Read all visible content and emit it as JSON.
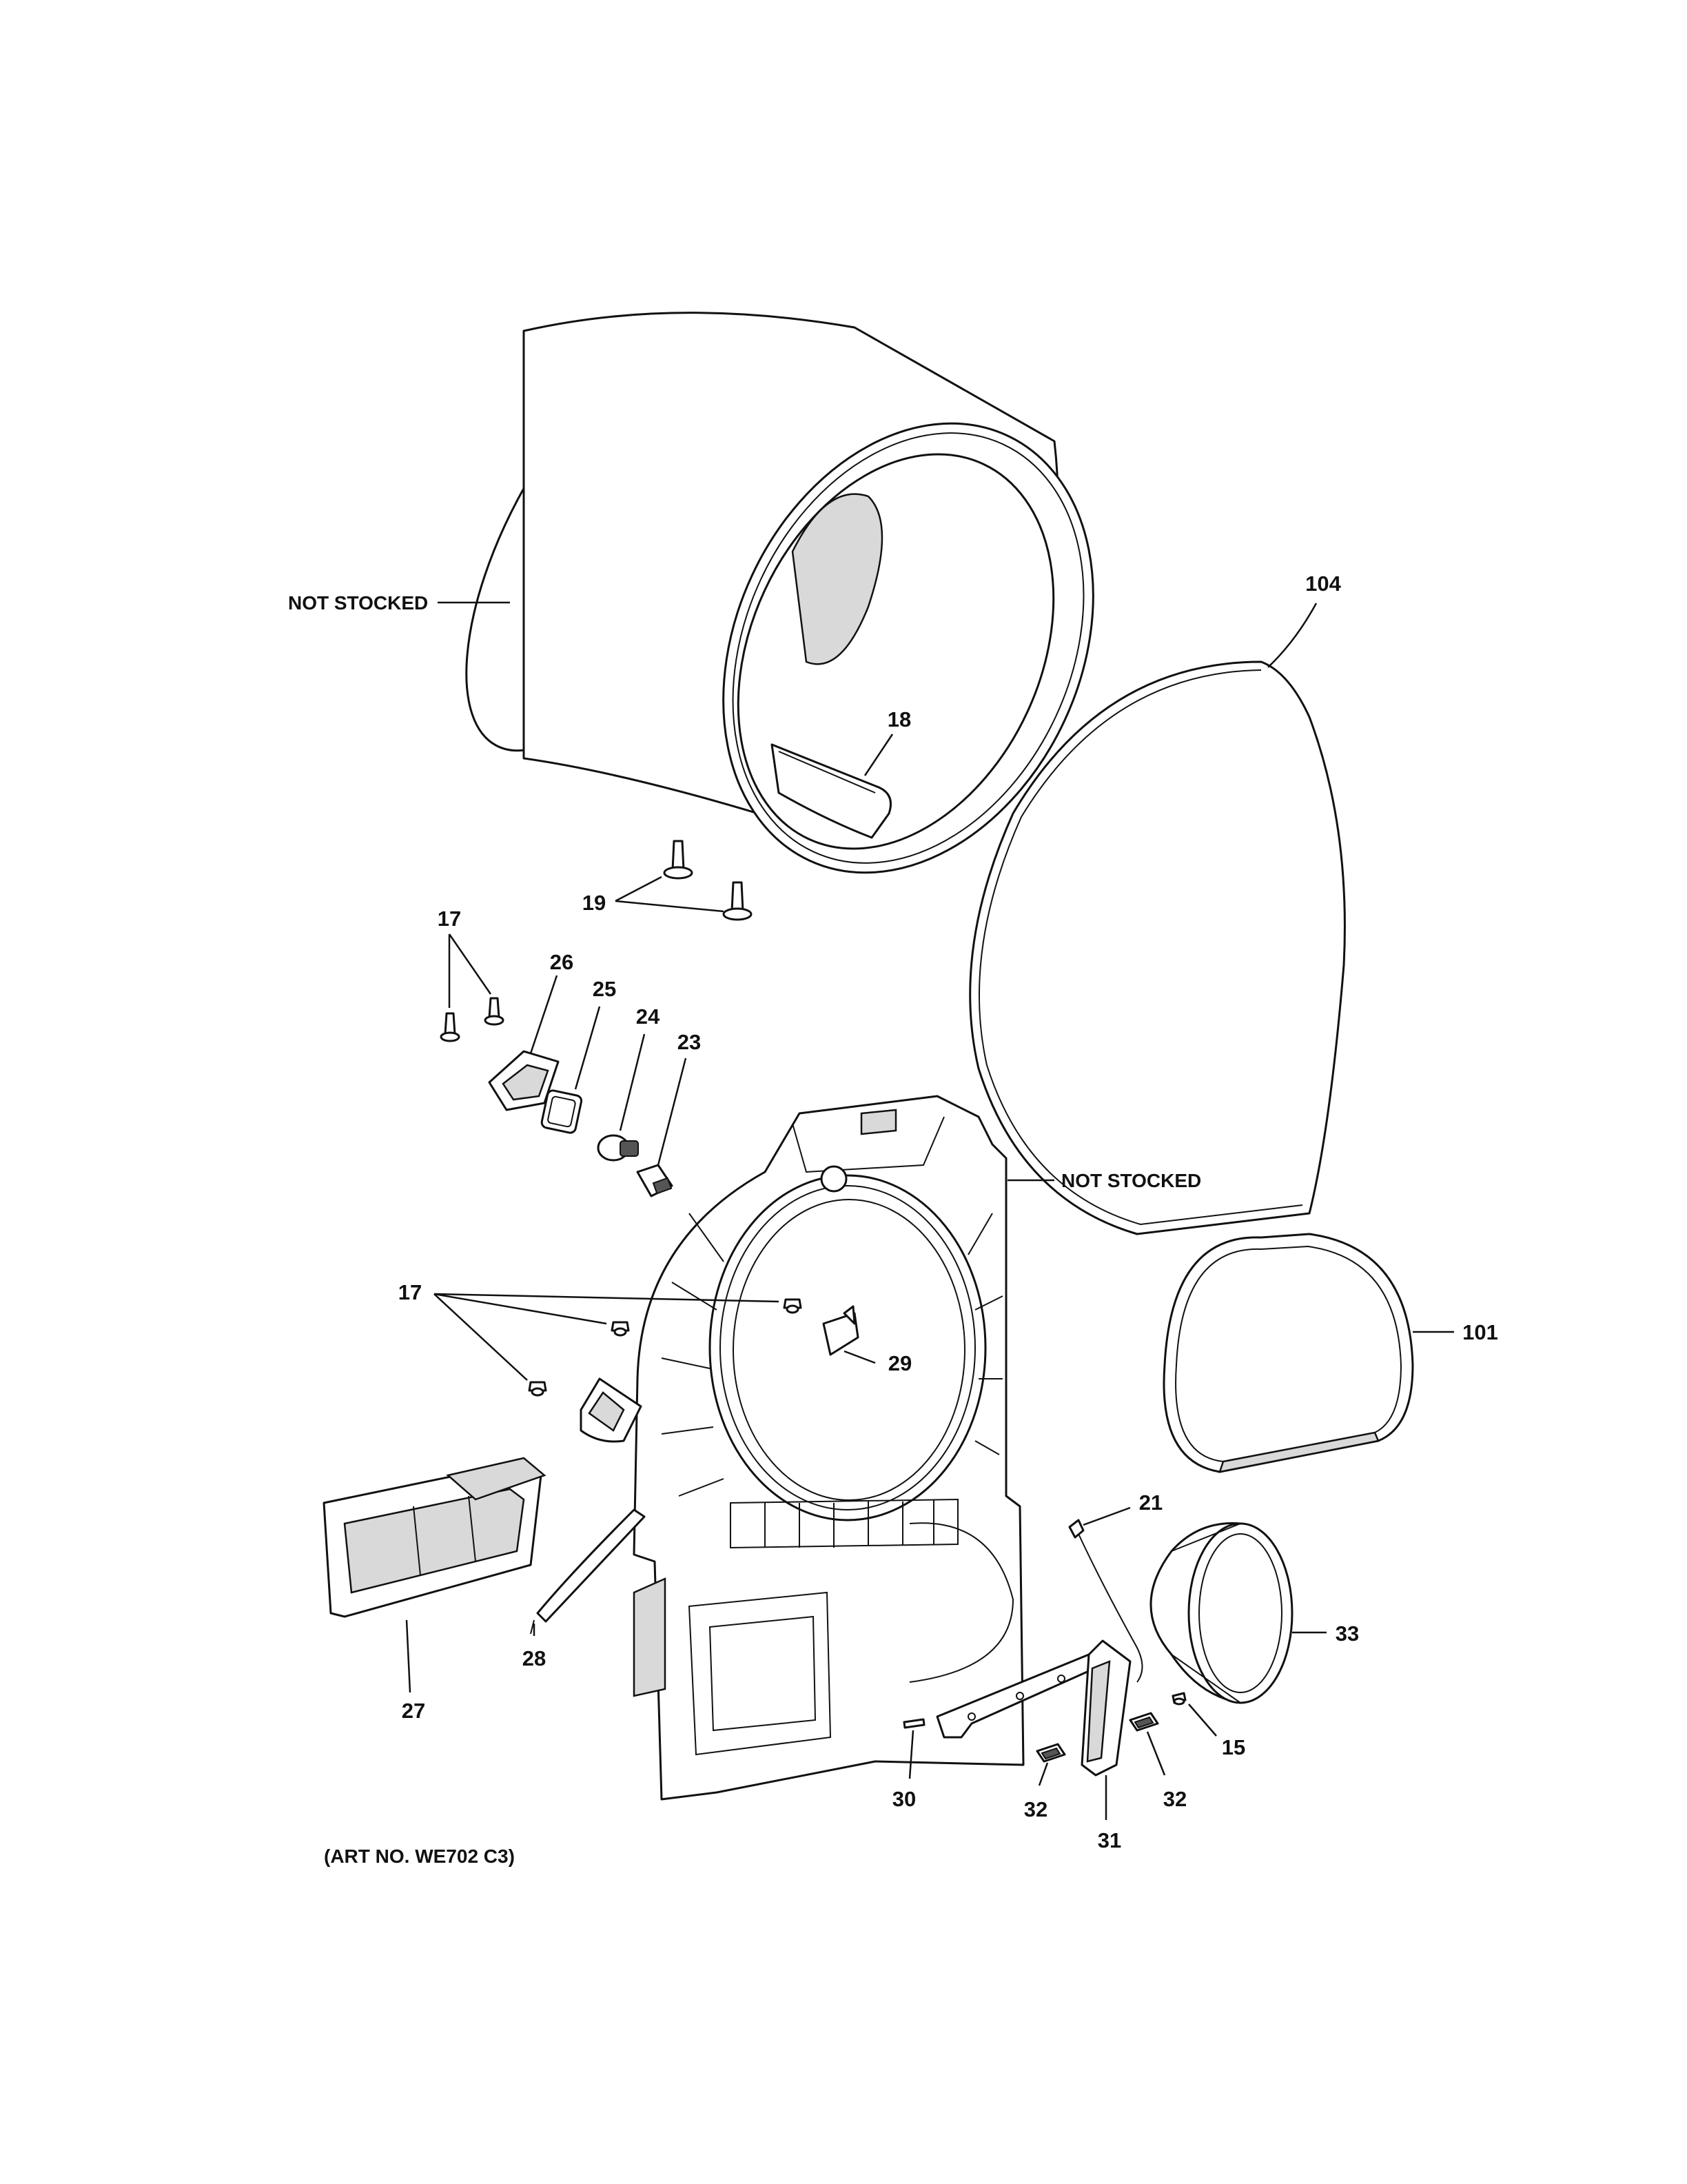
{
  "callouts": {
    "not_stocked_drum": "NOT STOCKED",
    "not_stocked_front": "NOT STOCKED",
    "c104": "104",
    "c18": "18",
    "c19": "19",
    "c17_top": "17",
    "c26": "26",
    "c25": "25",
    "c24": "24",
    "c23": "23",
    "c17_mid": "17",
    "c29": "29",
    "c101": "101",
    "c21": "21",
    "c33": "33",
    "c15": "15",
    "c27": "27",
    "c28": "28",
    "c30": "30",
    "c32_left": "32",
    "c32_right": "32",
    "c31": "31"
  },
  "art_number": "(ART NO. WE702 C3)",
  "colors": {
    "line": "#111111",
    "background": "#ffffff",
    "shade": "#d9d9d9"
  }
}
